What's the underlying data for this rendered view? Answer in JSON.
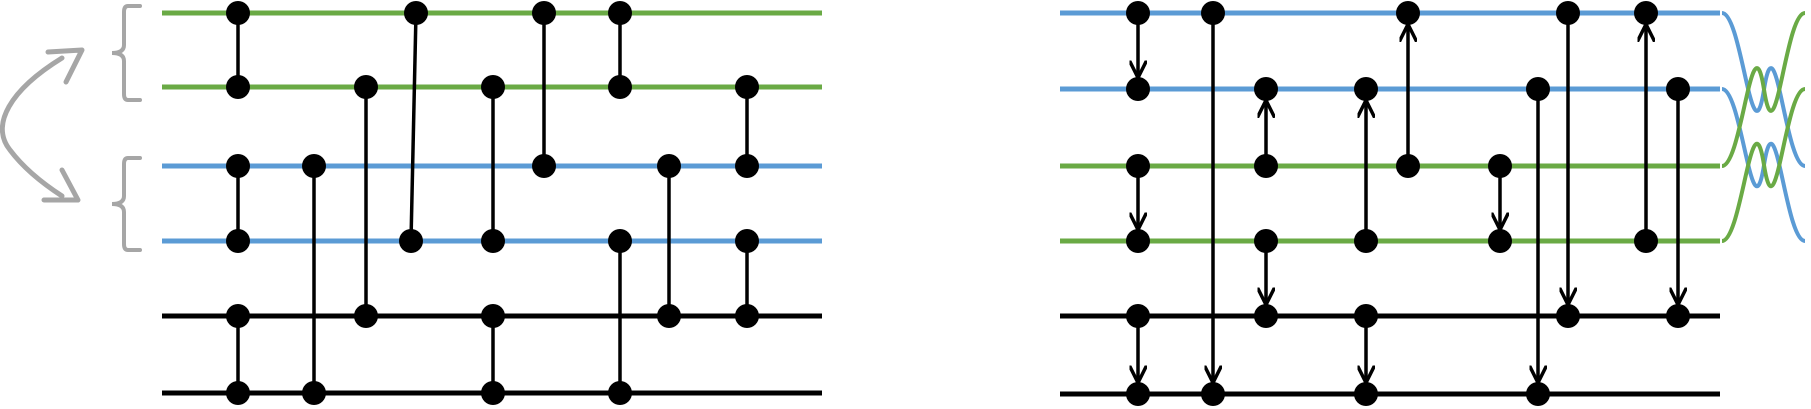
{
  "colors": {
    "green": "#6aaa45",
    "blue": "#5b9bd5",
    "black": "#000000",
    "gray": "#a6a6a6"
  },
  "left_circuit": {
    "wires": [
      {
        "id": "w1",
        "color": "green"
      },
      {
        "id": "w2",
        "color": "green"
      },
      {
        "id": "w3",
        "color": "blue"
      },
      {
        "id": "w4",
        "color": "blue"
      },
      {
        "id": "w5",
        "color": "black"
      },
      {
        "id": "w6",
        "color": "black"
      }
    ],
    "gates": [
      {
        "wires": [
          1,
          2
        ],
        "kind": "cz"
      },
      {
        "wires": [
          3,
          4
        ],
        "kind": "cz"
      },
      {
        "wires": [
          5,
          6
        ],
        "kind": "cz"
      },
      {
        "wires": [
          3,
          6
        ],
        "kind": "cz"
      },
      {
        "wires": [
          2,
          5
        ],
        "kind": "cz"
      },
      {
        "wires": [
          1,
          4
        ],
        "kind": "cz"
      },
      {
        "wires": [
          2,
          4
        ],
        "kind": "cz"
      },
      {
        "wires": [
          5,
          6
        ],
        "kind": "cz"
      },
      {
        "wires": [
          1,
          3
        ],
        "kind": "cz"
      },
      {
        "wires": [
          1,
          2
        ],
        "kind": "cz"
      },
      {
        "wires": [
          4,
          6
        ],
        "kind": "cz"
      },
      {
        "wires": [
          3,
          5
        ],
        "kind": "cz"
      },
      {
        "wires": [
          2,
          3
        ],
        "kind": "cz"
      },
      {
        "wires": [
          4,
          5
        ],
        "kind": "cz"
      }
    ],
    "swap_indicator": {
      "groups": [
        [
          1,
          2
        ],
        [
          3,
          4
        ]
      ],
      "icon": "curved-double-arrow-icon"
    }
  },
  "right_circuit": {
    "wires": [
      {
        "id": "w1",
        "color": "blue"
      },
      {
        "id": "w2",
        "color": "blue"
      },
      {
        "id": "w3",
        "color": "green"
      },
      {
        "id": "w4",
        "color": "green"
      },
      {
        "id": "w5",
        "color": "black"
      },
      {
        "id": "w6",
        "color": "black"
      }
    ],
    "gates": [
      {
        "from": 1,
        "to": 2
      },
      {
        "from": 3,
        "to": 4
      },
      {
        "from": 5,
        "to": 6
      },
      {
        "from": 1,
        "to": 6
      },
      {
        "from": 3,
        "to": 2
      },
      {
        "from": 4,
        "to": 5
      },
      {
        "from": 4,
        "to": 2
      },
      {
        "from": 5,
        "to": 6
      },
      {
        "from": 3,
        "to": 1
      },
      {
        "from": 3,
        "to": 4
      },
      {
        "from": 2,
        "to": 6
      },
      {
        "from": 1,
        "to": 5
      },
      {
        "from": 4,
        "to": 1
      },
      {
        "from": 2,
        "to": 5
      }
    ],
    "wire_crossing": {
      "swap": [
        [
          1,
          3
        ],
        [
          2,
          4
        ]
      ]
    }
  }
}
